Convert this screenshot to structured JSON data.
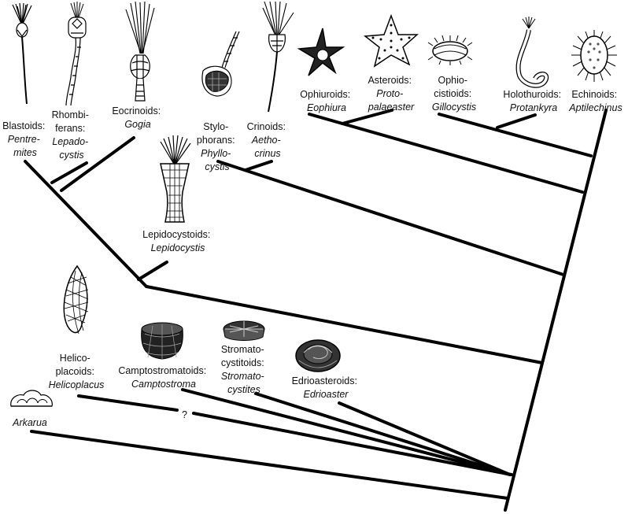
{
  "taxa": {
    "blastoids": {
      "group": [
        "Blastoids:"
      ],
      "genus": [
        "Pentre-",
        "mites"
      ]
    },
    "rhombiferans": {
      "group": [
        "Rhombi-",
        "ferans:"
      ],
      "genus": [
        "Lepado-",
        "cystis"
      ]
    },
    "eocrinoids": {
      "group": [
        "Eocrinoids:"
      ],
      "genus": [
        "Gogia"
      ]
    },
    "stylophorans": {
      "group": [
        "Stylo-",
        "phorans:"
      ],
      "genus": [
        "Phyllo-",
        "cystis"
      ]
    },
    "crinoids": {
      "group": [
        "Crinoids:"
      ],
      "genus": [
        "Aetho-",
        "crinus"
      ]
    },
    "ophiuroids": {
      "group": [
        "Ophiuroids:"
      ],
      "genus": [
        "Eophiura"
      ]
    },
    "asteroids": {
      "group": [
        "Asteroids:"
      ],
      "genus": [
        "Proto-",
        "palaeaster"
      ]
    },
    "ophiocistioids": {
      "group": [
        "Ophio-",
        "cistioids:"
      ],
      "genus": [
        "Gillocystis"
      ]
    },
    "holothuroids": {
      "group": [
        "Holothuroids:"
      ],
      "genus": [
        "Protankyra"
      ]
    },
    "echinoids": {
      "group": [
        "Echinoids:"
      ],
      "genus": [
        "Aptilechinus"
      ]
    },
    "lepidocystoids": {
      "group": [
        "Lepidocystoids:"
      ],
      "genus": [
        "Lepidocystis"
      ]
    },
    "helicoplacoids": {
      "group": [
        "Helico-",
        "placoids:"
      ],
      "genus": [
        "Helicoplacus"
      ]
    },
    "camptostromatoids": {
      "group": [
        "Camptostromatoids:"
      ],
      "genus": [
        "Camptostroma"
      ]
    },
    "stromatocystitoids": {
      "group": [
        "Stromato-",
        "cystitoids:"
      ],
      "genus": [
        "Stromato-",
        "cystites"
      ]
    },
    "edrioasteroids": {
      "group": [
        "Edrioasteroids:"
      ],
      "genus": [
        "Edrioaster"
      ]
    },
    "arkarua": {
      "group": [],
      "genus": [
        "Arkarua"
      ]
    }
  },
  "uncertain_mark": "?"
}
